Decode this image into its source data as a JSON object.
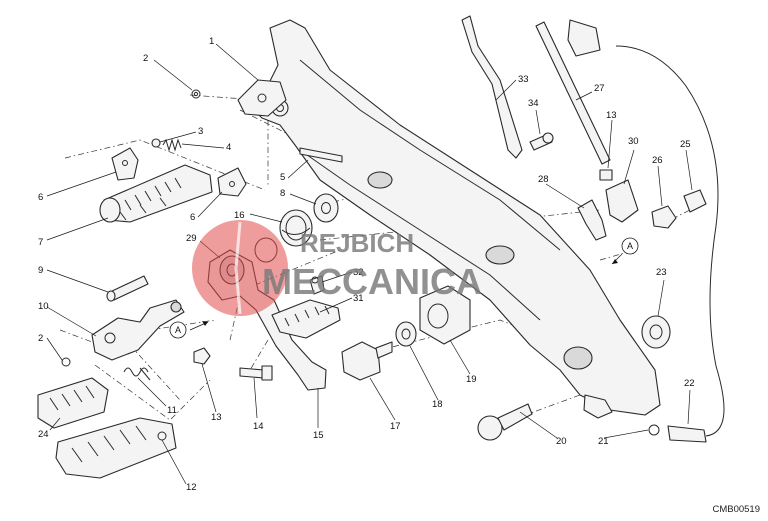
{
  "callouts": [
    "1",
    "2",
    "3",
    "4",
    "5",
    "6",
    "6",
    "7",
    "8",
    "9",
    "10",
    "2",
    "11",
    "12",
    "13",
    "13",
    "14",
    "15",
    "16",
    "17",
    "18",
    "19",
    "20",
    "21",
    "22",
    "23",
    "24",
    "25",
    "26",
    "27",
    "28",
    "29",
    "30",
    "31",
    "32",
    "33",
    "34"
  ],
  "reference_marks": [
    "A",
    "A",
    "A"
  ],
  "diagram_code": "CMB00519",
  "watermark": {
    "line1": "REJBICH",
    "line2": "MECCANICA",
    "colors": {
      "circle": "#e24a4a",
      "text": "#7a7a7a"
    }
  }
}
